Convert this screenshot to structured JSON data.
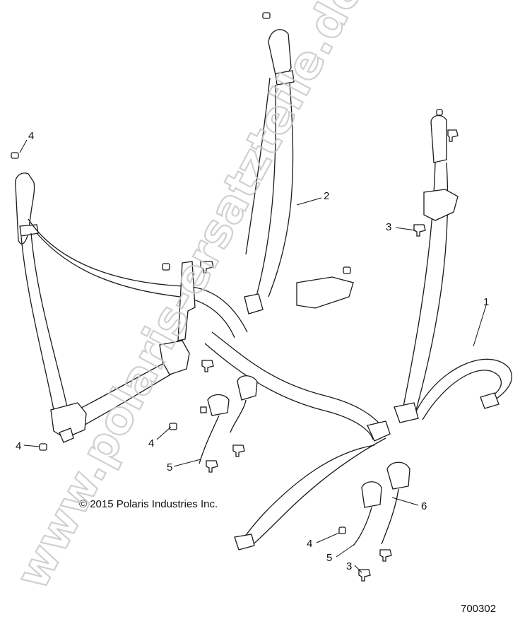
{
  "watermark": "www.polaris-ersatzteile.de",
  "copyright": "© 2015 Polaris Industries Inc.",
  "part_number": "700302",
  "callouts": [
    {
      "id": "c-4a",
      "text": "4"
    },
    {
      "id": "c-2",
      "text": "2"
    },
    {
      "id": "c-3a",
      "text": "3"
    },
    {
      "id": "c-1",
      "text": "1"
    },
    {
      "id": "c-4b",
      "text": "4"
    },
    {
      "id": "c-4c",
      "text": "4"
    },
    {
      "id": "c-5a",
      "text": "5"
    },
    {
      "id": "c-6",
      "text": "6"
    },
    {
      "id": "c-4d",
      "text": "4"
    },
    {
      "id": "c-5b",
      "text": "5"
    },
    {
      "id": "c-3b",
      "text": "3"
    }
  ]
}
